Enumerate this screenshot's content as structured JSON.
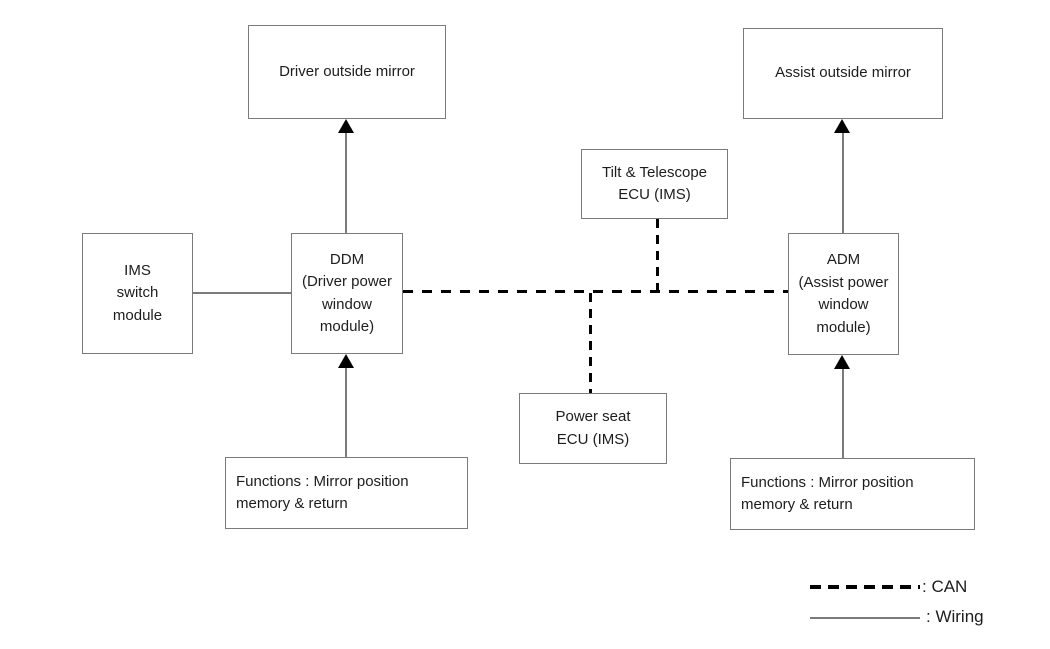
{
  "colors": {
    "background": "#ffffff",
    "box_border": "#7b7b7b",
    "wiring_line": "#7b7b7b",
    "can_line": "#000000",
    "arrow": "#000000",
    "text": "#1d1d1d"
  },
  "boxes": {
    "driver_mirror": {
      "label": "Driver outside mirror"
    },
    "assist_mirror": {
      "label": "Assist outside mirror"
    },
    "tilt_telescope_ecu": {
      "label": "Tilt & Telescope\nECU (IMS)"
    },
    "ims_switch": {
      "label": "IMS\nswitch\nmodule"
    },
    "ddm": {
      "label": "DDM\n(Driver power\nwindow\nmodule)"
    },
    "adm": {
      "label": "ADM\n(Assist power\nwindow\nmodule)"
    },
    "power_seat_ecu": {
      "label": "Power seat\nECU (IMS)"
    },
    "functions_driver": {
      "label": "Functions : Mirror position\nmemory & return"
    },
    "functions_assist": {
      "label": "Functions : Mirror position\nmemory & return"
    }
  },
  "legend": {
    "can_label": ": CAN",
    "wiring_label": ": Wiring"
  }
}
